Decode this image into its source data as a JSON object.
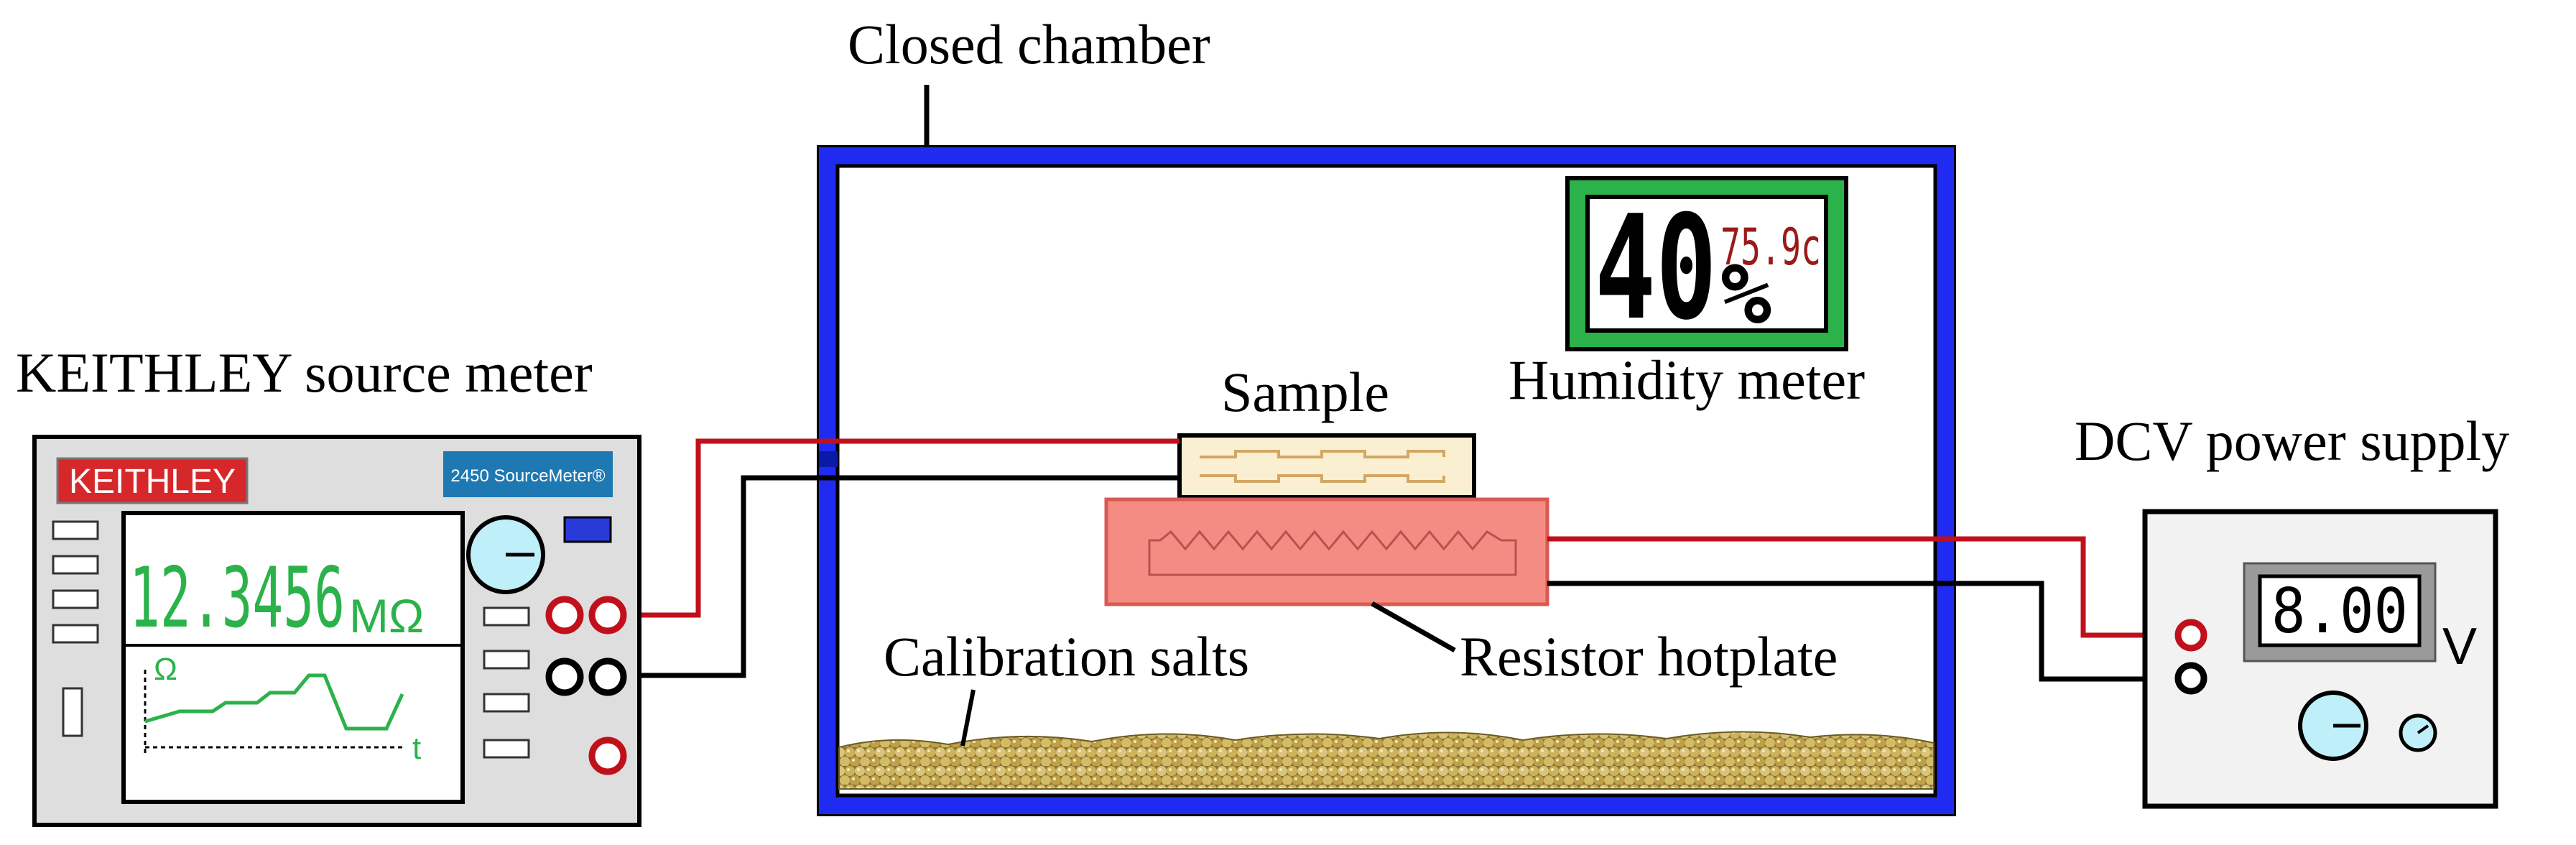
{
  "labels": {
    "chamber": "Closed chamber",
    "source_meter": "KEITHLEY source meter",
    "sample": "Sample",
    "humidity_meter": "Humidity meter",
    "power_supply": "DCV power supply",
    "calibration_salts": "Calibration salts",
    "resistor_hotplate": "Resistor hotplate"
  },
  "keithley": {
    "brand": "KEITHLEY",
    "model": "2450 SourceMeter®",
    "reading": "12.3456",
    "unit": "MΩ",
    "graph_y_label": "Ω",
    "graph_x_label": "t"
  },
  "humidity_display": {
    "humidity": "40",
    "percent": "%",
    "temperature": "75.9c"
  },
  "power_supply": {
    "reading": "8.00",
    "unit": "V"
  },
  "colors": {
    "chamber_frame": "#1f2bf0",
    "hotplate": "#f58c84",
    "sample": "#fbefd2",
    "display_green": "#2bb24a",
    "display_text_red": "#9a1a1a",
    "keithley_red": "#d6282a",
    "lcd_blue": "#bfeff8",
    "wire_red": "#c0101c",
    "salts": "#c7ae58"
  }
}
